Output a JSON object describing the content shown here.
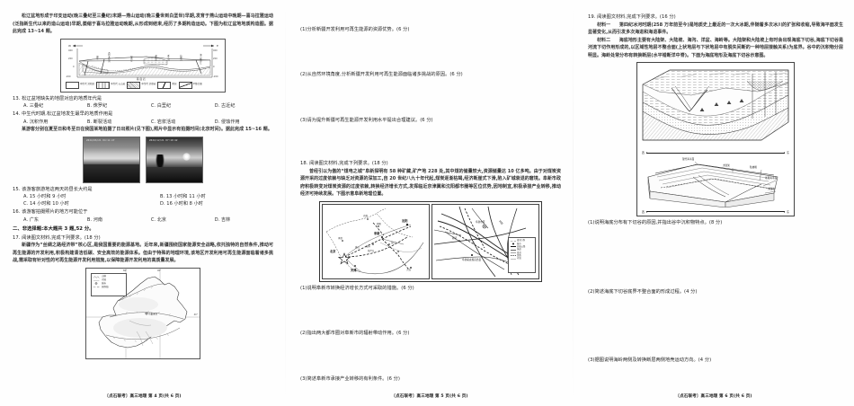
{
  "document": {
    "type": "scanned-exam-paper",
    "subject": "高三地理",
    "brand": "〔点石联考〕",
    "total_pages": 6
  },
  "page4": {
    "footer": "〔点石联考〕高三地理 第 4 页(共 6 页)",
    "intro_paragraph": "松辽盆地形成于印支运动(晚三叠纪至三叠纪)末期—燕山运动(晚三叠世到白垩世)早期,发育于燕山运动中晚期—喜马拉雅运动(泛指新生代以来的造山运动)早期,萎缩于喜马拉雅运动晚期,从形成到结束,经历了多期构造运动。下图为松辽盆地地质构造图。据此完成 13~14 题。",
    "figure_geology": {
      "caption": "松辽盆地地质构造图",
      "west_mark": "W",
      "east_mark": "E",
      "axis_values": [
        "400",
        "200",
        "0",
        "-200"
      ],
      "place_labels": [
        "西\n拉\n木\n伦\n河",
        "嫩\n江",
        "松\n花\n江",
        "通\n肯\n河",
        "呼\n兰\n河",
        "拉\n林\n河",
        "第\n二\n松\n花\n江"
      ],
      "basement_label": "基底岩",
      "legend": [
        "中生代\n沉积层",
        "中生代\n火山岩",
        "中生代\n沉积岩",
        "断层",
        "不整合面"
      ]
    },
    "q13": {
      "number": "13.",
      "stem": "松辽盆地缺失的地层对应的地质年代是",
      "options": [
        "A. 三叠纪",
        "B. 侏罗纪",
        "C. 白垩纪",
        "D. 古近纪"
      ]
    },
    "q14": {
      "number": "14.",
      "stem": "中生代时期,松辽盆地发生最早的地质作用是",
      "options": [
        "A. 沉积作用",
        "B. 断裂活动",
        "C. 岩浆活动",
        "D. 侵蚀作用"
      ]
    },
    "photo_paragraph": "某游客分别在夏至日和冬至日在我国某地拍摄了日出照片(见下图),照片中显示有拍摄时间(北京时间)。据此完成 15~16 题。",
    "photos": [
      {
        "timestamp": "2024/06/21 04:11:27",
        "alt": "夏至日日出照片"
      },
      {
        "timestamp": "2024/12/21 07:10:42",
        "alt": "冬至日日出照片"
      }
    ],
    "q15": {
      "number": "15.",
      "stem": "该游客旅游地这两天的昼长大约是",
      "options": [
        "A. 15 小时和 9 小时",
        "B. 13 小时和 11 小时",
        "C. 14 小时和 10 小时",
        "D. 16 小时和 8 小时"
      ]
    },
    "q16": {
      "number": "16.",
      "stem": "该游客拍摄照片的地方可能位于",
      "options": [
        "A. 广东",
        "B. 河南",
        "C. 北京",
        "D. 吉林"
      ]
    },
    "section2_head": "二、非选择题:本大题共 3 题,52 分。",
    "q17": {
      "number": "17.",
      "stem": "阅读图文材料,完成下列要求。(18 分)",
      "material": "新疆作为“丝绸之路经济带”核心区,是我国重要的能源基地。近年来,新疆围绕国家能源安全战略,依托独特的自然条件,推动可再生能源的开发利用,积极构建清洁低碳、安全高效的能源体系。但由于特殊的地理环境,该地区开发利用可再生能源面临着诸多挑战,需采取有针对性的可再生能源开发利用措施,以保障能源开发利用的高质量发展。"
    },
    "figure_xinjiang": {
      "caption": "新疆简图",
      "legend": [
        "山脉",
        "河流",
        "城市",
        "国界线"
      ],
      "lon_labels": [
        "80°",
        "90°"
      ],
      "lat_labels": [
        "40°"
      ],
      "places": [
        "阿尔泰山",
        "天山",
        "昆仑山",
        "塔里木盆地",
        "准噶尔盆地",
        "乌鲁木齐"
      ]
    }
  },
  "page5": {
    "footer": "〔点石联考〕高三地理 第 5 页(共 6 页)",
    "q17_parts": [
      "(1)分析新疆开发利用可再生能源的资源优势。(6 分)",
      "(2)从自然环境角度,分析新疆开发利用可再生能源面临诸多挑战的原因。(6 分)",
      "(3)请为提升新疆可再生能源开发利用水平提出合理建议。(6 分)"
    ],
    "q18": {
      "number": "18.",
      "stem": "阅读图文材料,完成下列要求。(18 分)",
      "material": "曾经引以为傲的“煤电之城”阜新探明有 58 种矿藏,矿产地 228 处,其中煤的储量较大,资源储量达 10 亿多吨。由于对煤炭资源开采的过度依赖与缺乏对资源的深加工,自 20 世纪八九十年代起,煤炭逐渐枯竭,经济断崖式下滑,陷入矿城衰退的窘境。阜新市政府积极转变对煤炭资源的过度依赖,转换经济增长方式,发挥临近京津冀和沈阳都市圈等区位优势,因地制宜,积极承接产业转移,推动经济可持续发展。下图示意阜新地理位置。"
    },
    "figure_fuxin": {
      "caption": "阜新地理位置示意图",
      "left_map_labels": [
        "北京",
        "天津",
        "阜新",
        "沈阳",
        "赤峰",
        "朝阳",
        "锦州",
        "葫芦岛",
        "营口",
        "大连",
        "承德",
        "唐山"
      ],
      "right_map_labels": [
        "阜新市区",
        "彰武",
        "沈阳",
        "阜新蒙古族自治县"
      ],
      "legend": [
        "省(区)界",
        "城市",
        "高速公路",
        "国道",
        "省道",
        "铁路",
        "河流"
      ]
    },
    "q18_parts": [
      "(1)说明阜新市转换经济增长方式可采取的措施。(6 分)",
      "(2)指出两大都市圈对阜新市的辐射带动作用。(6 分)",
      "(3)简述阜新市承接产业转移的有利条件。(6 分)"
    ]
  },
  "page6": {
    "footer": "〔点石联考〕高三地理 第 6 页(共 6 页)",
    "q19": {
      "number": "19.",
      "stem": "阅读图文材料,完成下列要求。(16 分)",
      "material1_label": "材料一",
      "material1": "第四纪冰河时期(258 万年前至今)是地质史上最近的一次大冰期,伴随着多次冰川的扩张和收缩,导致海平面发生显著变化,从而引发多次海进和海退事件。",
      "material2_label": "材料二",
      "material2": "海底地形主要有大陆架、大陆坡、海沟、洋盆、海岭等。大陆架和大陆坡上有时会出现海底下切谷,海底下切谷是河流下切作用形成的,以区域性地层不整合面(上状地层与下状地层中有脱失间断的一种地层接触关系)为底界。谷中的沉积物分层明显。海岭处常分布有转换断层(水平错断洋中脊)。下面为海底地形及海底下切谷示意图。"
    },
    "figure_seafloor1": {
      "caption": "海底地形及海底下切谷示意图",
      "west_mark": "西",
      "east_mark": "东"
    },
    "figure_seafloor2": {
      "caption": "海底下切谷立体示意图",
      "west_mark": "西",
      "east_mark": "东",
      "labels": [
        "现代海平面",
        "大陆架",
        "陆坡端",
        "冰期海平面",
        "大陆坡"
      ]
    },
    "q19_parts": [
      "(1)说明海底分布有下切谷的原因,并指出谷中沉积物特点。(8 分)",
      "(2)简述海底下切谷底界不整合面的形成过程。(4 分)",
      "(3)据图说明海岭两侧及转换断层两侧地壳运动方向。(4 分)"
    ]
  }
}
